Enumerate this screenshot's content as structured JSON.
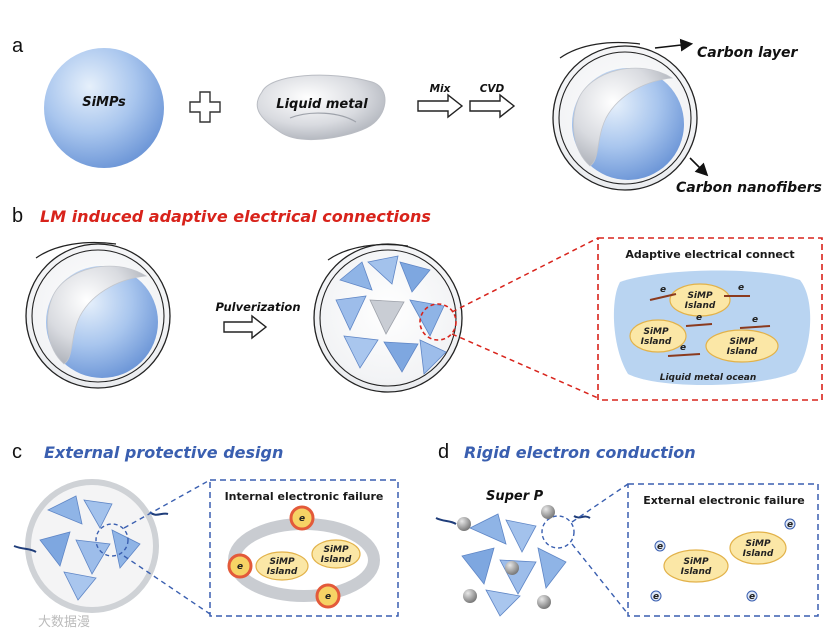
{
  "panels": {
    "a": {
      "letter": "a",
      "simps": "SiMPs",
      "liquid_metal": "Liquid metal",
      "mix": "Mix",
      "cvd": "CVD",
      "carbon_layer": "Carbon layer",
      "carbon_nanofibers": "Carbon nanofibers"
    },
    "b": {
      "letter": "b",
      "title": "LM induced adaptive electrical connections",
      "pulverization": "Pulverization",
      "inset_title": "Adaptive electrical connect",
      "island_top_1": "SiMP",
      "island_top_2": "Island",
      "island_left_1": "SiMP",
      "island_left_2": "Island",
      "island_right_1": "SiMP",
      "island_right_2": "Island",
      "ocean": "Liquid metal ocean",
      "electron": "e"
    },
    "c": {
      "letter": "c",
      "title": "External protective design",
      "inset_title": "Internal electronic failure",
      "island1_1": "SiMP",
      "island1_2": "Island",
      "island2_1": "SiMP",
      "island2_2": "Island",
      "electron": "e"
    },
    "d": {
      "letter": "d",
      "title": "Rigid electron conduction",
      "super_p": "Super P",
      "inset_title": "External electronic failure",
      "island1_1": "SiMP",
      "island1_2": "Island",
      "island2_1": "SiMP",
      "island2_2": "Island",
      "electron": "e"
    }
  },
  "watermark": "大数据漫",
  "colors": {
    "sphere_blue": "#8fb4e6",
    "red_dash": "#d8231b",
    "blue_dash": "#3a5fb0",
    "island_yellow": "#fbe7a6",
    "ocean_blue": "#b9d4f1"
  }
}
